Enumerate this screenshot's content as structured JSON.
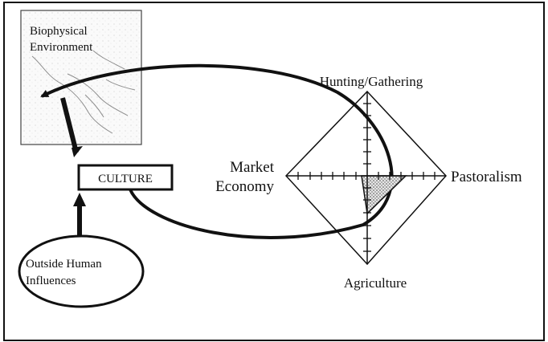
{
  "env_box": {
    "line1": "Biophysical",
    "line2": "Environment"
  },
  "culture_label": "CULTURE",
  "outside": {
    "line1": "Outside Human",
    "line2": "Influences"
  },
  "axes": {
    "top": "Hunting/Gathering",
    "right": "Pastoralism",
    "bottom": "Agriculture",
    "left_line1": "Market",
    "left_line2": "Economy"
  },
  "colors": {
    "line": "#111111",
    "shade": "#bdbdbd",
    "background": "#ffffff"
  }
}
